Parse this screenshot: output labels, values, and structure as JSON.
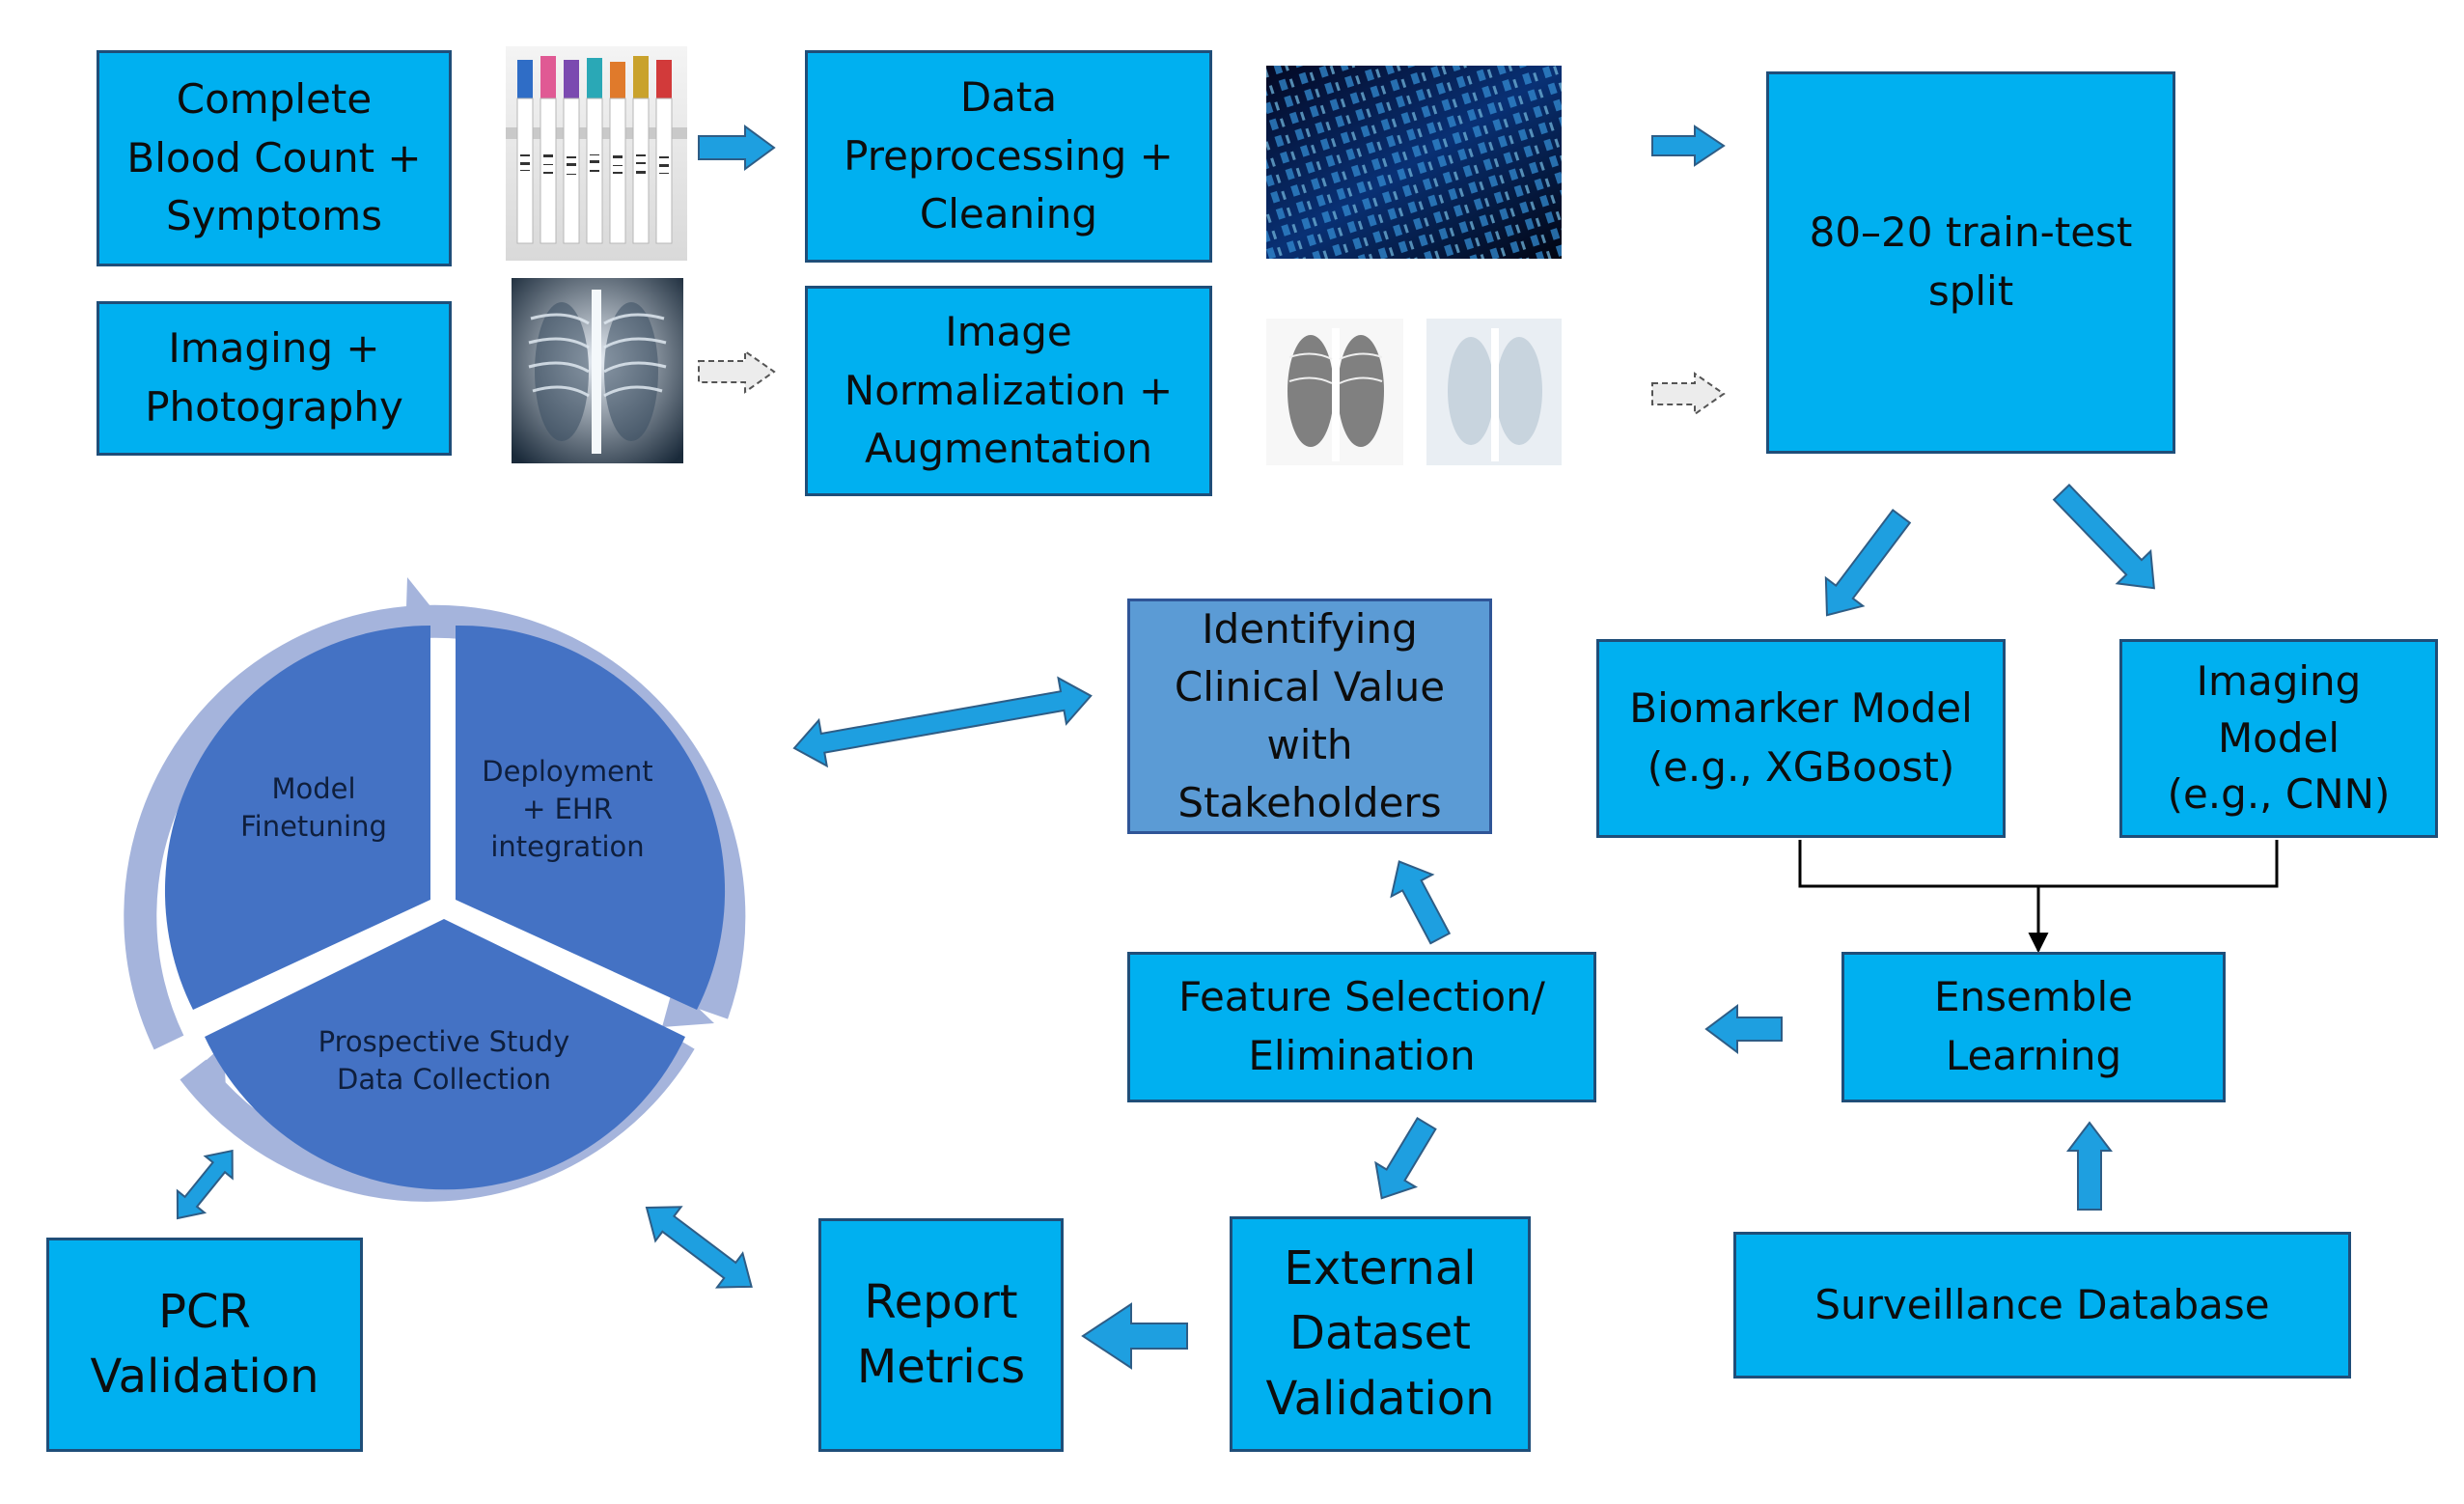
{
  "boxes": {
    "cbc": "Complete\nBlood Count +\nSymptoms",
    "imaging_photo": "Imaging +\nPhotography",
    "data_prep": "Data\nPreprocessing +\nCleaning",
    "image_norm": "Image\nNormalization +\nAugmentation",
    "split": "80–20 train-test\nsplit",
    "biomarker": "Biomarker Model\n(e.g., XGBoost)",
    "imaging_model": "Imaging\nModel\n(e.g., CNN)",
    "identifying": "Identifying\nClinical Value\nwith\nStakeholders",
    "feature_sel": "Feature Selection/\nElimination",
    "ensemble": "Ensemble\nLearning",
    "surveillance": "Surveillance Database",
    "external": "External\nDataset\nValidation",
    "report": "Report\nMetrics",
    "pcr": "PCR\nValidation"
  },
  "cycle": {
    "finetuning": "Model\nFinetuning",
    "deployment": "Deployment\n+ EHR\nintegration",
    "prospective": "Prospective Study\nData Collection"
  },
  "colors": {
    "box_fill": "#00b0f0",
    "box_border": "#1f4e79",
    "highlight_fill": "#5b9bd5",
    "cycle_segment": "#4472c4",
    "cycle_ring": "#a5b4dc",
    "arrow_fill": "#1e9fe0",
    "arrow_outline": "#2e5d86"
  },
  "images": {
    "blood_tubes": "blood-sample-tubes-photo",
    "xray": "chest-xray-photo",
    "binary": "binary-data-photo",
    "xray_aug_1": "augmented-chest-xray-photo",
    "xray_aug_2": "augmented-chest-xray-photo"
  }
}
